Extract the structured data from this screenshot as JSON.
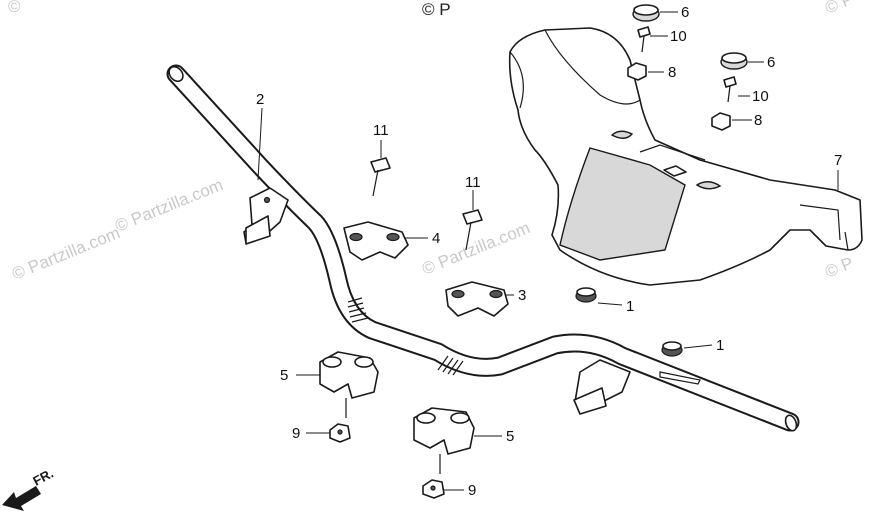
{
  "copyright_top": "© P",
  "watermarks": [
    "© Partzilla.com",
    "© Partzilla.com",
    "© Partzilla.com",
    "© P",
    "© P",
    "©"
  ],
  "direction_label": "FR.",
  "callouts": {
    "c1a": "1",
    "c1b": "1",
    "c2": "2",
    "c3": "3",
    "c4": "4",
    "c5a": "5",
    "c5b": "5",
    "c6a": "6",
    "c6b": "6",
    "c7": "7",
    "c8a": "8",
    "c8b": "8",
    "c9a": "9",
    "c9b": "9",
    "c10a": "10",
    "c10b": "10",
    "c11a": "11",
    "c11b": "11"
  },
  "colors": {
    "line": "#1a1a1a",
    "watermark": "#c9c9c9",
    "shade": "#d8d8d8"
  },
  "icons": {
    "direction_arrow": "arrow-down-left-icon",
    "copyright": "copyright-icon"
  }
}
